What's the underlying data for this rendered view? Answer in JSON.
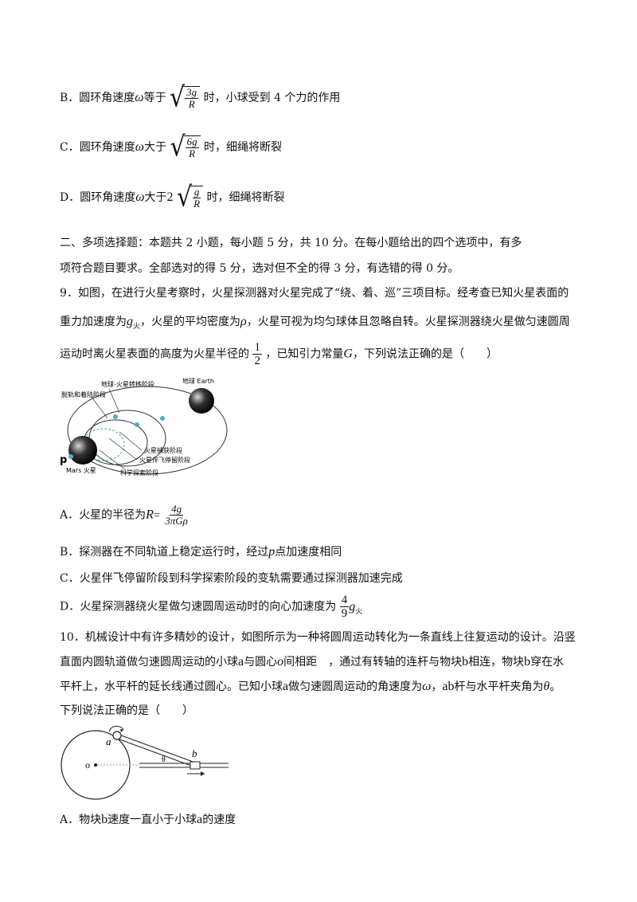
{
  "q8_options": {
    "B_pre": "B．圆环角速度",
    "B_mid": "等于",
    "B_post": "时，小球受到 4 个力的作用",
    "C_pre": "C．圆环角速度",
    "C_mid": "大于",
    "C_post": "时，细绳将断裂",
    "D_pre": "D．圆环角速度",
    "D_mid": "大于",
    "D_post": "时，细绳将断裂"
  },
  "section2": {
    "line1": "二、多项选择题：本题共 2 小题，每小题 5 分，共 10 分。在每小题给出的四个选项中，有多",
    "line2": "项符合题目要求。全部选对的得 5 分，选对但不全的得 3 分，有选错的得 0 分。"
  },
  "q9": {
    "line1": "9．如图，在进行火星考察时，火星探测器对火星完成了“绕、着、巡”三项目标。经考查已知火星表面的",
    "line2a": "重力加速度为",
    "line2b": "，火星的平均密度为",
    "line2c": "，火星可视为均匀球体且忽略自转。火星探测器绕火星做匀速圆周",
    "line3a": "运动时离火星表面的高度为火星半径的",
    "line3b": "，已知引力常量",
    "line3c": "，下列说法正确的是（　　）",
    "figure": {
      "earth_transfer": "地球-火星转移阶段",
      "earth": "地球 Earth",
      "deorbit": "脱轨和着陆阶段",
      "capture": "火星捕获阶段",
      "parking": "火星伴飞停留阶段",
      "science": "科学探索阶段",
      "mars": "Mars 火星",
      "p": "p"
    },
    "A_pre": "A．火星的半径为",
    "B_pre": "B．探测器在不同轨道上稳定运行时，经过",
    "B_post": "点加速度相同",
    "C": "C．火星伴飞停留阶段到科学探索阶段的变轨需要通过探测器加速完成",
    "D_pre": "D．火星探测器绕火星做匀速圆周运动时的向心加速度为"
  },
  "q10": {
    "line1": "10．机械设计中有许多精妙的设计，如图所示为一种将圆周运动转化为一条直线上往复运动的设计。沿竖",
    "line2a": "直面内圆轨道做匀速圆周运动的小球",
    "line2b": "与圆心",
    "line2c": "间相距　，通过有转轴的连杆与物块",
    "line2d": "相连，物块",
    "line2e": "穿在水",
    "line3a": "平杆上，水平杆的延长线通过圆心。已知小球",
    "line3b": "做匀速圆周运动的角速度为",
    "line3c": "，",
    "line3d": "杆与水平杆夹角为",
    "line3e": "。",
    "line4": "下列说法正确的是（　　）",
    "figure": {
      "a": "a",
      "b": "b",
      "o": "o",
      "theta": "θ"
    },
    "A_pre": "A．物块",
    "A_mid": "速度一直小于小球",
    "A_post": "的速度"
  },
  "symbols": {
    "omega": "ω",
    "g": "g",
    "R": "R",
    "n3": "3",
    "n6": "6",
    "n2": "2",
    "g_mars_sub": "火",
    "rho": "ρ",
    "G": "G",
    "one": "1",
    "two": "2",
    "A_num": "4g",
    "A_den": "3πGρ",
    "four": "4",
    "nine": "9",
    "p": "p",
    "a": "a",
    "b": "b",
    "o": "o",
    "ab": "ab",
    "theta": "θ"
  }
}
